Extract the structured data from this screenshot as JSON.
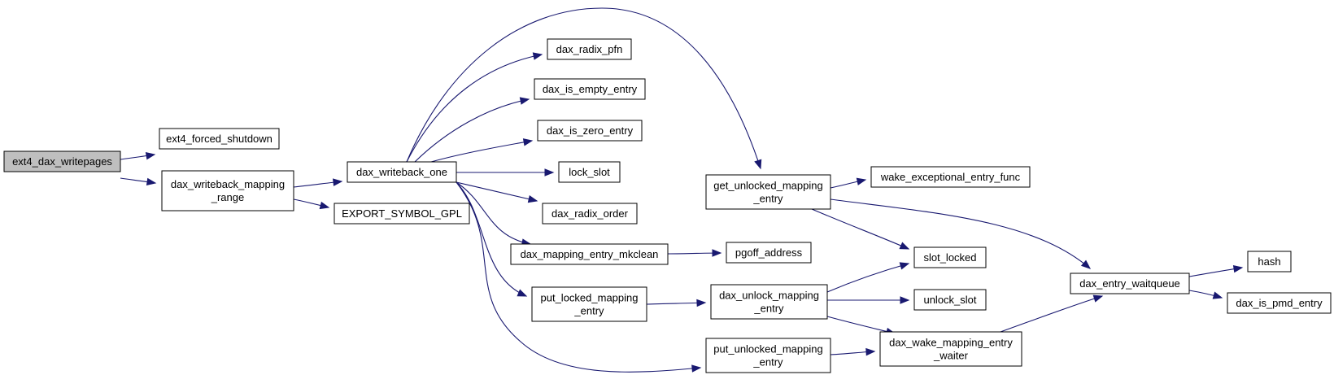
{
  "colors": {
    "edge": "#191970",
    "root_fill": "#bfbfbf",
    "node_fill": "#ffffff",
    "node_border": "#000000"
  },
  "nodes": [
    {
      "id": "ext4_dax_writepages",
      "lines": [
        "ext4_dax_writepages"
      ],
      "root": true
    },
    {
      "id": "ext4_forced_shutdown",
      "lines": [
        "ext4_forced_shutdown"
      ]
    },
    {
      "id": "dax_writeback_mapping_range",
      "lines": [
        "dax_writeback_mapping",
        "_range"
      ]
    },
    {
      "id": "dax_writeback_one",
      "lines": [
        "dax_writeback_one"
      ]
    },
    {
      "id": "EXPORT_SYMBOL_GPL",
      "lines": [
        "EXPORT_SYMBOL_GPL"
      ]
    },
    {
      "id": "dax_radix_pfn",
      "lines": [
        "dax_radix_pfn"
      ]
    },
    {
      "id": "dax_is_empty_entry",
      "lines": [
        "dax_is_empty_entry"
      ]
    },
    {
      "id": "dax_is_zero_entry",
      "lines": [
        "dax_is_zero_entry"
      ]
    },
    {
      "id": "lock_slot",
      "lines": [
        "lock_slot"
      ]
    },
    {
      "id": "dax_radix_order",
      "lines": [
        "dax_radix_order"
      ]
    },
    {
      "id": "dax_mapping_entry_mkclean",
      "lines": [
        "dax_mapping_entry_mkclean"
      ]
    },
    {
      "id": "put_locked_mapping_entry",
      "lines": [
        "put_locked_mapping",
        "_entry"
      ]
    },
    {
      "id": "put_unlocked_mapping_entry",
      "lines": [
        "put_unlocked_mapping",
        "_entry"
      ]
    },
    {
      "id": "get_unlocked_mapping_entry",
      "lines": [
        "get_unlocked_mapping",
        "_entry"
      ]
    },
    {
      "id": "pgoff_address",
      "lines": [
        "pgoff_address"
      ]
    },
    {
      "id": "dax_unlock_mapping_entry",
      "lines": [
        "dax_unlock_mapping",
        "_entry"
      ]
    },
    {
      "id": "wake_exceptional_entry_func",
      "lines": [
        "wake_exceptional_entry_func"
      ]
    },
    {
      "id": "slot_locked",
      "lines": [
        "slot_locked"
      ]
    },
    {
      "id": "unlock_slot",
      "lines": [
        "unlock_slot"
      ]
    },
    {
      "id": "dax_wake_mapping_entry_waiter",
      "lines": [
        "dax_wake_mapping_entry",
        "_waiter"
      ]
    },
    {
      "id": "dax_entry_waitqueue",
      "lines": [
        "dax_entry_waitqueue"
      ]
    },
    {
      "id": "hash",
      "lines": [
        "hash"
      ]
    },
    {
      "id": "dax_is_pmd_entry",
      "lines": [
        "dax_is_pmd_entry"
      ]
    }
  ],
  "edges": [
    {
      "from": "ext4_dax_writepages",
      "to": "ext4_forced_shutdown"
    },
    {
      "from": "ext4_dax_writepages",
      "to": "dax_writeback_mapping_range"
    },
    {
      "from": "dax_writeback_mapping_range",
      "to": "dax_writeback_one"
    },
    {
      "from": "dax_writeback_mapping_range",
      "to": "EXPORT_SYMBOL_GPL"
    },
    {
      "from": "dax_writeback_one",
      "to": "dax_radix_pfn"
    },
    {
      "from": "dax_writeback_one",
      "to": "dax_is_empty_entry"
    },
    {
      "from": "dax_writeback_one",
      "to": "dax_is_zero_entry"
    },
    {
      "from": "dax_writeback_one",
      "to": "lock_slot"
    },
    {
      "from": "dax_writeback_one",
      "to": "dax_radix_order"
    },
    {
      "from": "dax_writeback_one",
      "to": "dax_mapping_entry_mkclean"
    },
    {
      "from": "dax_writeback_one",
      "to": "put_locked_mapping_entry"
    },
    {
      "from": "dax_writeback_one",
      "to": "put_unlocked_mapping_entry"
    },
    {
      "from": "dax_writeback_one",
      "to": "get_unlocked_mapping_entry"
    },
    {
      "from": "dax_mapping_entry_mkclean",
      "to": "pgoff_address"
    },
    {
      "from": "put_locked_mapping_entry",
      "to": "dax_unlock_mapping_entry"
    },
    {
      "from": "put_unlocked_mapping_entry",
      "to": "dax_wake_mapping_entry_waiter"
    },
    {
      "from": "get_unlocked_mapping_entry",
      "to": "wake_exceptional_entry_func"
    },
    {
      "from": "get_unlocked_mapping_entry",
      "to": "slot_locked"
    },
    {
      "from": "get_unlocked_mapping_entry",
      "to": "dax_entry_waitqueue"
    },
    {
      "from": "dax_unlock_mapping_entry",
      "to": "slot_locked"
    },
    {
      "from": "dax_unlock_mapping_entry",
      "to": "unlock_slot"
    },
    {
      "from": "dax_unlock_mapping_entry",
      "to": "dax_wake_mapping_entry_waiter"
    },
    {
      "from": "dax_wake_mapping_entry_waiter",
      "to": "dax_entry_waitqueue"
    },
    {
      "from": "dax_entry_waitqueue",
      "to": "hash"
    },
    {
      "from": "dax_entry_waitqueue",
      "to": "dax_is_pmd_entry"
    }
  ]
}
